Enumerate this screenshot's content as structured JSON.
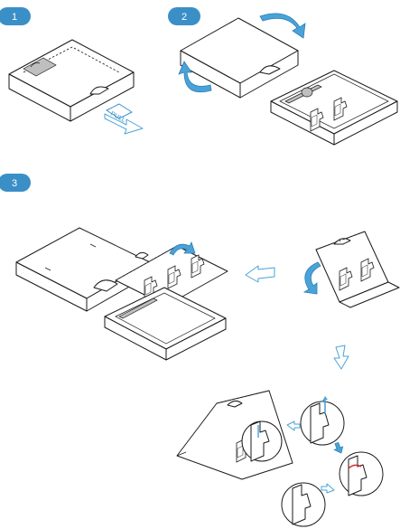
{
  "steps": [
    {
      "number": "1"
    },
    {
      "number": "2"
    },
    {
      "number": "3"
    }
  ],
  "pull_tab_text": "PULL",
  "colors": {
    "badge": "#3a8fc7",
    "arrow": "#4aa3d8",
    "highlight": "#d62a2a",
    "line": "#1a1a1a"
  }
}
